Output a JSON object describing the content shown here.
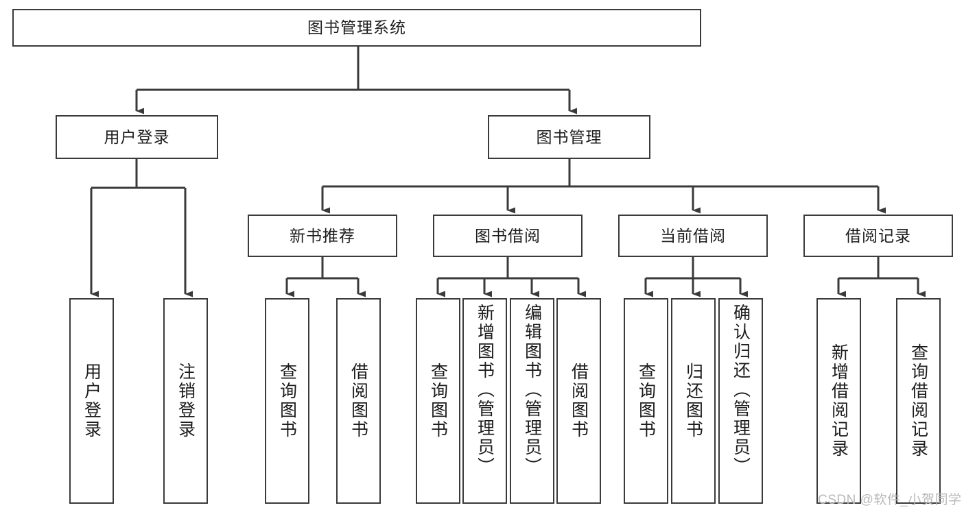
{
  "diagram": {
    "title": "图书管理系统",
    "root": {
      "label": "图书管理系统"
    },
    "level2": [
      {
        "label": "用户登录"
      },
      {
        "label": "图书管理"
      }
    ],
    "level3": [
      {
        "label": "新书推荐"
      },
      {
        "label": "图书借阅"
      },
      {
        "label": "当前借阅"
      },
      {
        "label": "借阅记录"
      }
    ],
    "leaves": {
      "user_login": [
        {
          "label": "用户登录"
        },
        {
          "label": "注销登录"
        }
      ],
      "new_book_recommend": [
        {
          "label": "查询图书"
        },
        {
          "label": "借阅图书"
        }
      ],
      "book_borrow": [
        {
          "label": "查询图书"
        },
        {
          "label": "新增图书（管理员）"
        },
        {
          "label": "编辑图书（管理员）"
        },
        {
          "label": "借阅图书"
        }
      ],
      "current_borrow": [
        {
          "label": "查询图书"
        },
        {
          "label": "归还图书"
        },
        {
          "label": "确认归还（管理员）"
        }
      ],
      "borrow_record": [
        {
          "label": "新增借阅记录"
        },
        {
          "label": "查询借阅记录"
        }
      ]
    }
  },
  "watermark": {
    "text": "CSDN @软件_小贺同学"
  },
  "colors": {
    "border": "#3a3a3a",
    "text": "#1c1c1c",
    "background": "#ffffff",
    "watermark": "#b9b9b9"
  }
}
